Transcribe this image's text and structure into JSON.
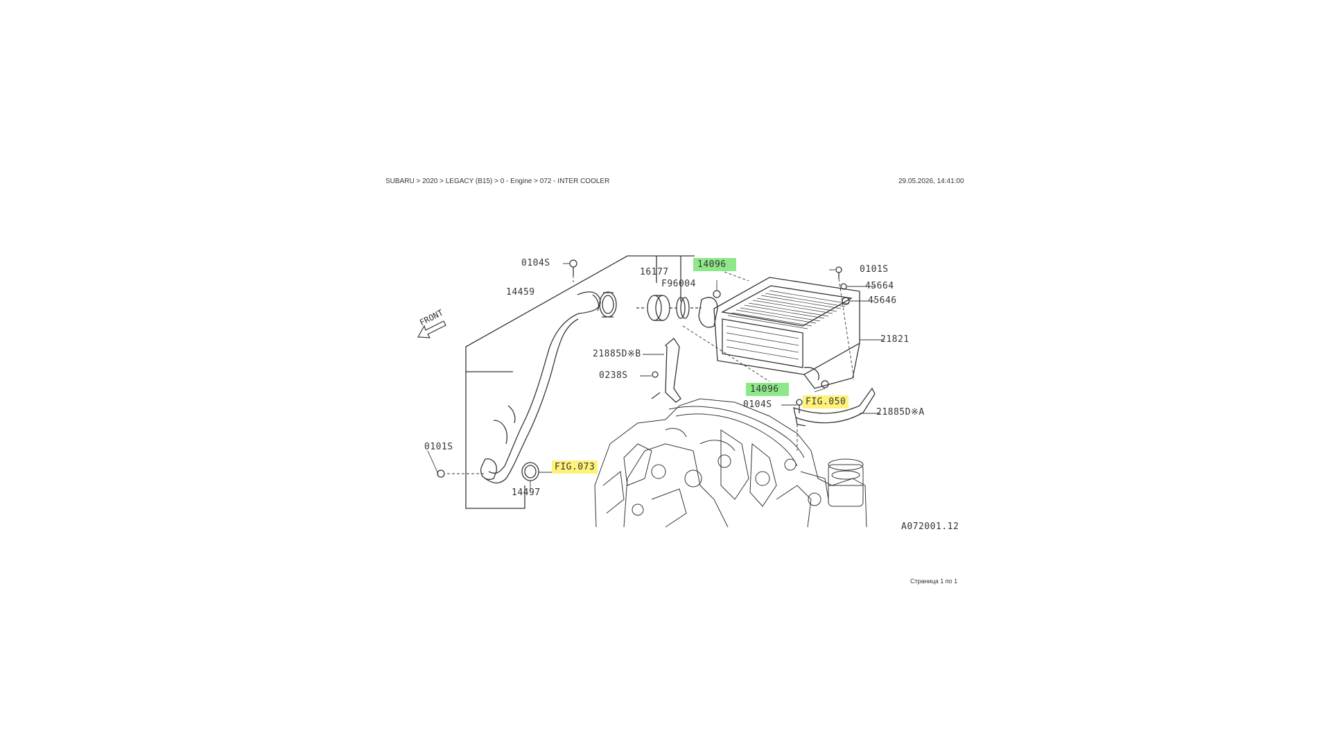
{
  "header": {
    "breadcrumb": "SUBARU > 2020 > LEGACY (B15) > 0 - Engine > 072 - INTER COOLER",
    "timestamp": "29.05.2026, 14:41:00"
  },
  "footer": {
    "page_info": "Страница 1 по 1"
  },
  "diagram": {
    "figure_code": "A072001.12",
    "front_label": "FRONT",
    "part_labels": {
      "p0104s_top": "0104S",
      "p14459": "14459",
      "p16177": "16177",
      "p196004": "F96004",
      "p14096_top": "14096",
      "p0101s_right": "0101S",
      "p45664": "45664",
      "p45646": "45646",
      "p21821": "21821",
      "p21885d_b": "21885D※B",
      "p0238s": "0238S",
      "p14096_mid": "14096",
      "p0104s_mid": "0104S",
      "fig050": "FIG.050",
      "p21885d_a": "21885D※A",
      "p0101s_left": "0101S",
      "fig073": "FIG.073",
      "p14497": "14497"
    },
    "highlight_colors": {
      "green": "#8ee88a",
      "yellow": "#fff27a"
    }
  }
}
